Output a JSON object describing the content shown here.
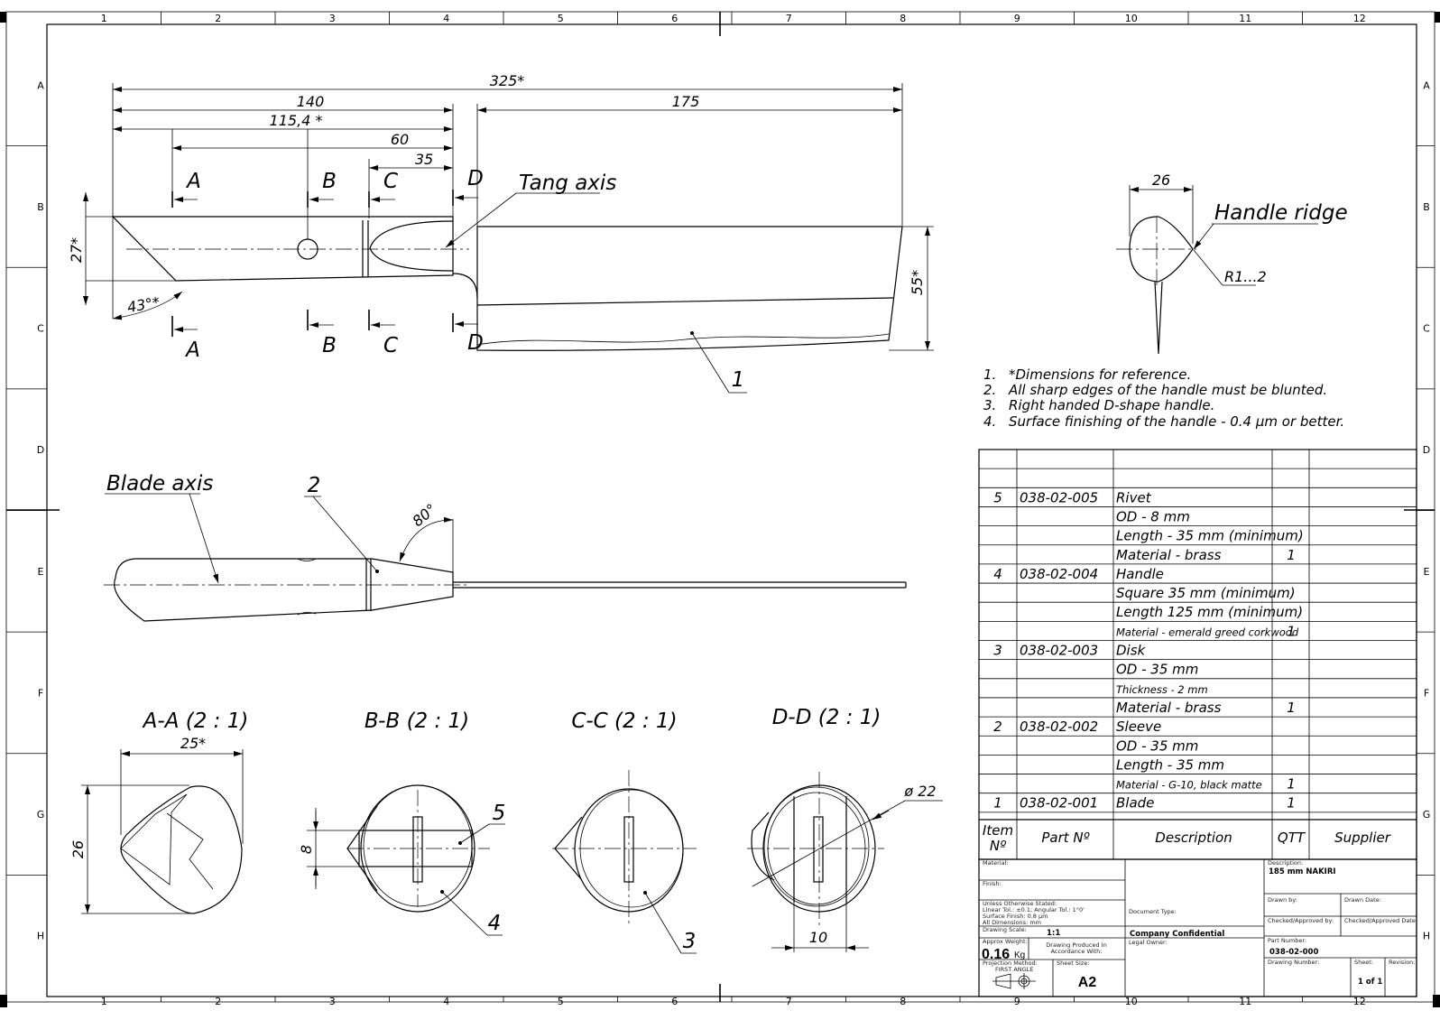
{
  "grid": {
    "columns": [
      "1",
      "2",
      "3",
      "4",
      "5",
      "6",
      "7",
      "8",
      "9",
      "10",
      "11",
      "12"
    ],
    "rows": [
      "A",
      "B",
      "C",
      "D",
      "E",
      "F",
      "G",
      "H"
    ]
  },
  "main_view": {
    "dims": {
      "overall": "325*",
      "handle": "140",
      "tang": "115,4 *",
      "sixty": "60",
      "thirtyfive": "35",
      "blade": "175",
      "height_left": "27*",
      "angle": "43°*",
      "height_right": "55*"
    },
    "section_marks": [
      "A",
      "B",
      "C",
      "D"
    ],
    "tang_label": "Tang axis",
    "balloon": "1"
  },
  "handle_view": {
    "blade_axis_label": "Blade axis",
    "balloon": "2",
    "angle": "80°"
  },
  "ridge_view": {
    "width": "26",
    "label": "Handle ridge",
    "radius": "R1...2"
  },
  "notes": [
    {
      "num": "1.",
      "text": "*Dimensions for reference."
    },
    {
      "num": "2.",
      "text": "All sharp edges of the handle must be blunted."
    },
    {
      "num": "3.",
      "text": "Right handed D-shape handle."
    },
    {
      "num": "4.",
      "text": "Surface finishing of the handle - 0.4 µm or better."
    }
  ],
  "sections": {
    "aa": {
      "title": "A-A  (2 : 1)",
      "width": "25*",
      "height": "26"
    },
    "bb": {
      "title": "B-B  (2 : 1)",
      "height": "8",
      "balloon_top": "5",
      "balloon_bottom": "4"
    },
    "cc": {
      "title": "C-C  (2 : 1)",
      "balloon": "3"
    },
    "dd": {
      "title": "D-D  (2 : 1)",
      "diameter": "ø 22",
      "width": "10"
    }
  },
  "bom": {
    "header": {
      "item": "Item",
      "item2": "Nº",
      "part": "Part Nº",
      "desc": "Description",
      "qty": "QTT",
      "supplier": "Supplier"
    },
    "rows": [
      {
        "item": "5",
        "part": "038-02-005",
        "desc": "Rivet",
        "qty": ""
      },
      {
        "item": "",
        "part": "",
        "desc": "OD - 8 mm",
        "qty": ""
      },
      {
        "item": "",
        "part": "",
        "desc": "Length - 35 mm (minimum)",
        "qty": ""
      },
      {
        "item": "",
        "part": "",
        "desc": "Material - brass",
        "qty": "1"
      },
      {
        "item": "4",
        "part": "038-02-004",
        "desc": "Handle",
        "qty": ""
      },
      {
        "item": "",
        "part": "",
        "desc": "Square 35 mm (minimum)",
        "qty": ""
      },
      {
        "item": "",
        "part": "",
        "desc": "Length 125 mm (minimum)",
        "qty": ""
      },
      {
        "item": "",
        "part": "",
        "desc": "Material - emerald greed corkwood",
        "qty": "1",
        "small": true
      },
      {
        "item": "3",
        "part": "038-02-003",
        "desc": "Disk",
        "qty": ""
      },
      {
        "item": "",
        "part": "",
        "desc": "OD - 35 mm",
        "qty": ""
      },
      {
        "item": "",
        "part": "",
        "desc": "Thickness - 2 mm",
        "qty": "",
        "small": true
      },
      {
        "item": "",
        "part": "",
        "desc": "Material - brass",
        "qty": "1"
      },
      {
        "item": "2",
        "part": "038-02-002",
        "desc": "Sleeve",
        "qty": ""
      },
      {
        "item": "",
        "part": "",
        "desc": "OD - 35 mm",
        "qty": ""
      },
      {
        "item": "",
        "part": "",
        "desc": "Length - 35 mm",
        "qty": ""
      },
      {
        "item": "",
        "part": "",
        "desc": "Material - G-10, black matte",
        "qty": "1",
        "small": true
      },
      {
        "item": "1",
        "part": "038-02-001",
        "desc": "Blade",
        "qty": "1"
      }
    ]
  },
  "title_block": {
    "material_label": "Material:",
    "finish_label": "Finish:",
    "tol_line1": "Unless Otherwise Stated:",
    "tol_line2": "Linear Tol.: ±0.1; Angular Tol.: 1°0'",
    "tol_line3": "Surface Finish: 0.8 µm",
    "tol_line4": "All Dimensions: mm",
    "scale_label": "Drawing Scale:",
    "scale_value": "1:1",
    "doc_type_label": "Document Type:",
    "confidential": "Company Confidential",
    "weight_label": "Approx Weight:",
    "weight_value": "0.16",
    "weight_unit": "Kg",
    "produced_label1": "Drawing Produced In",
    "produced_label2": "Accordance With:",
    "legal_label": "Legal Owner:",
    "projection_label": "Projection Method:",
    "projection_value": "FIRST ANGLE",
    "sheet_size_label": "Sheet Size:",
    "sheet_size_value": "A2",
    "description_label": "Description:",
    "description_value": "185 mm NAKIRI",
    "drawn_by_label": "Drawn by:",
    "drawn_date_label": "Drawn Date:",
    "checked_by_label": "Checked/Approved by:",
    "checked_date_label": "Checked/Approved Date:",
    "part_number_label": "Part Number:",
    "part_number_value": "038-02-000",
    "drawing_number_label": "Drawing Number:",
    "sheet_label": "Sheet:",
    "sheet_value": "1 of 1",
    "revision_label": "Revision:"
  }
}
